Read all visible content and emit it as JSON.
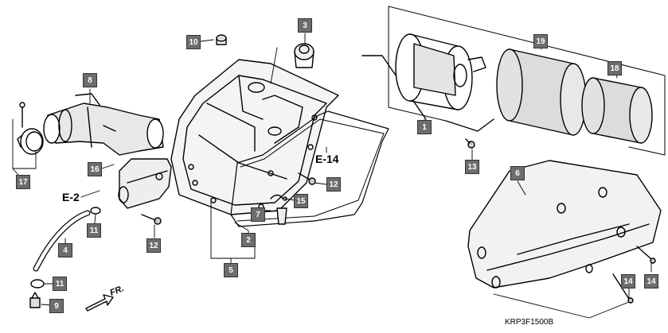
{
  "callouts": [
    "1",
    "2",
    "3",
    "4",
    "5",
    "6",
    "7",
    "8",
    "9",
    "10",
    "11",
    "11",
    "12",
    "12",
    "13",
    "14",
    "14",
    "15",
    "16",
    "17",
    "18",
    "19"
  ],
  "refs": {
    "e14": "E-14",
    "e2": "E-2"
  },
  "direction_label": "FR.",
  "diagram_code": "KRP3F1500B"
}
